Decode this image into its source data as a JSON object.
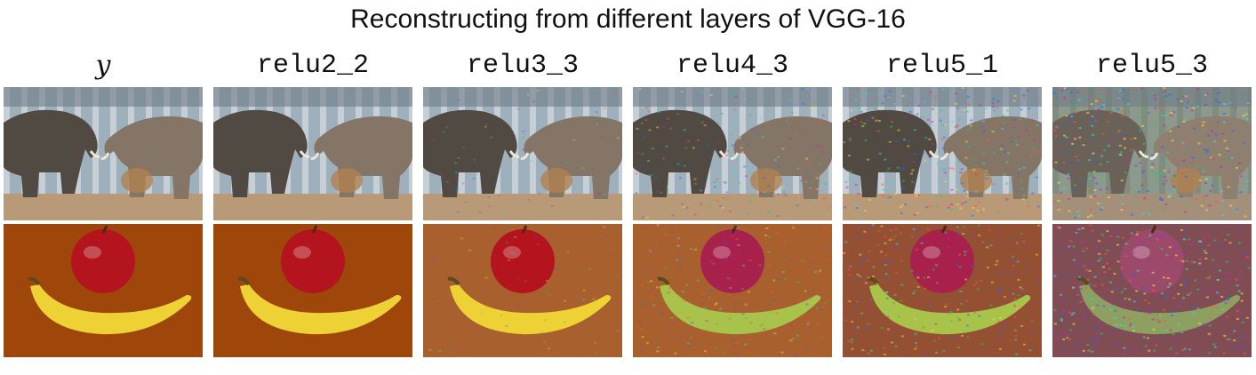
{
  "figure": {
    "title": "Reconstructing from different layers of VGG-16"
  },
  "columns": [
    {
      "label": "y",
      "noise": 0.0,
      "warm": 1.0
    },
    {
      "label": "relu2_2",
      "noise": 0.0,
      "warm": 1.0
    },
    {
      "label": "relu3_3",
      "noise": 0.15,
      "warm": 0.8
    },
    {
      "label": "relu4_3",
      "noise": 0.45,
      "warm": 0.55
    },
    {
      "label": "relu5_1",
      "noise": 0.7,
      "warm": 0.4
    },
    {
      "label": "relu5_3",
      "noise": 0.95,
      "warm": 0.25
    }
  ],
  "rows": [
    {
      "subject": "elephants"
    },
    {
      "subject": "apple-and-banana"
    }
  ]
}
